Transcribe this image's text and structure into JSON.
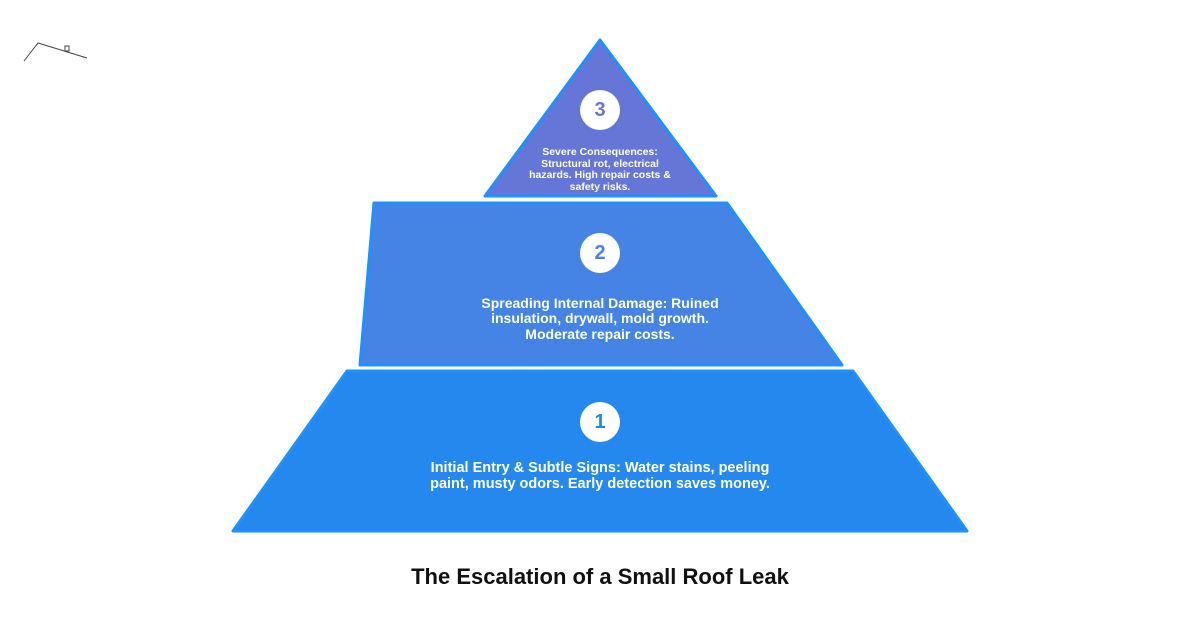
{
  "title": "The Escalation of a Small Roof Leak",
  "logo_icon": "roof-icon",
  "colors": {
    "border": "#1e90ff",
    "tier3": "#6676d6",
    "tier2": "#4584e4",
    "tier1": "#2588ee"
  },
  "tiers": [
    {
      "number": "1",
      "text": "Initial Entry & Subtle Signs: Water stains, peeling paint, musty odors. Early detection saves money."
    },
    {
      "number": "2",
      "text": "Spreading Internal Damage: Ruined insulation, drywall, mold growth. Moderate repair costs."
    },
    {
      "number": "3",
      "text": "Severe Consequences: Structural rot, electrical hazards. High repair costs & safety risks."
    }
  ]
}
